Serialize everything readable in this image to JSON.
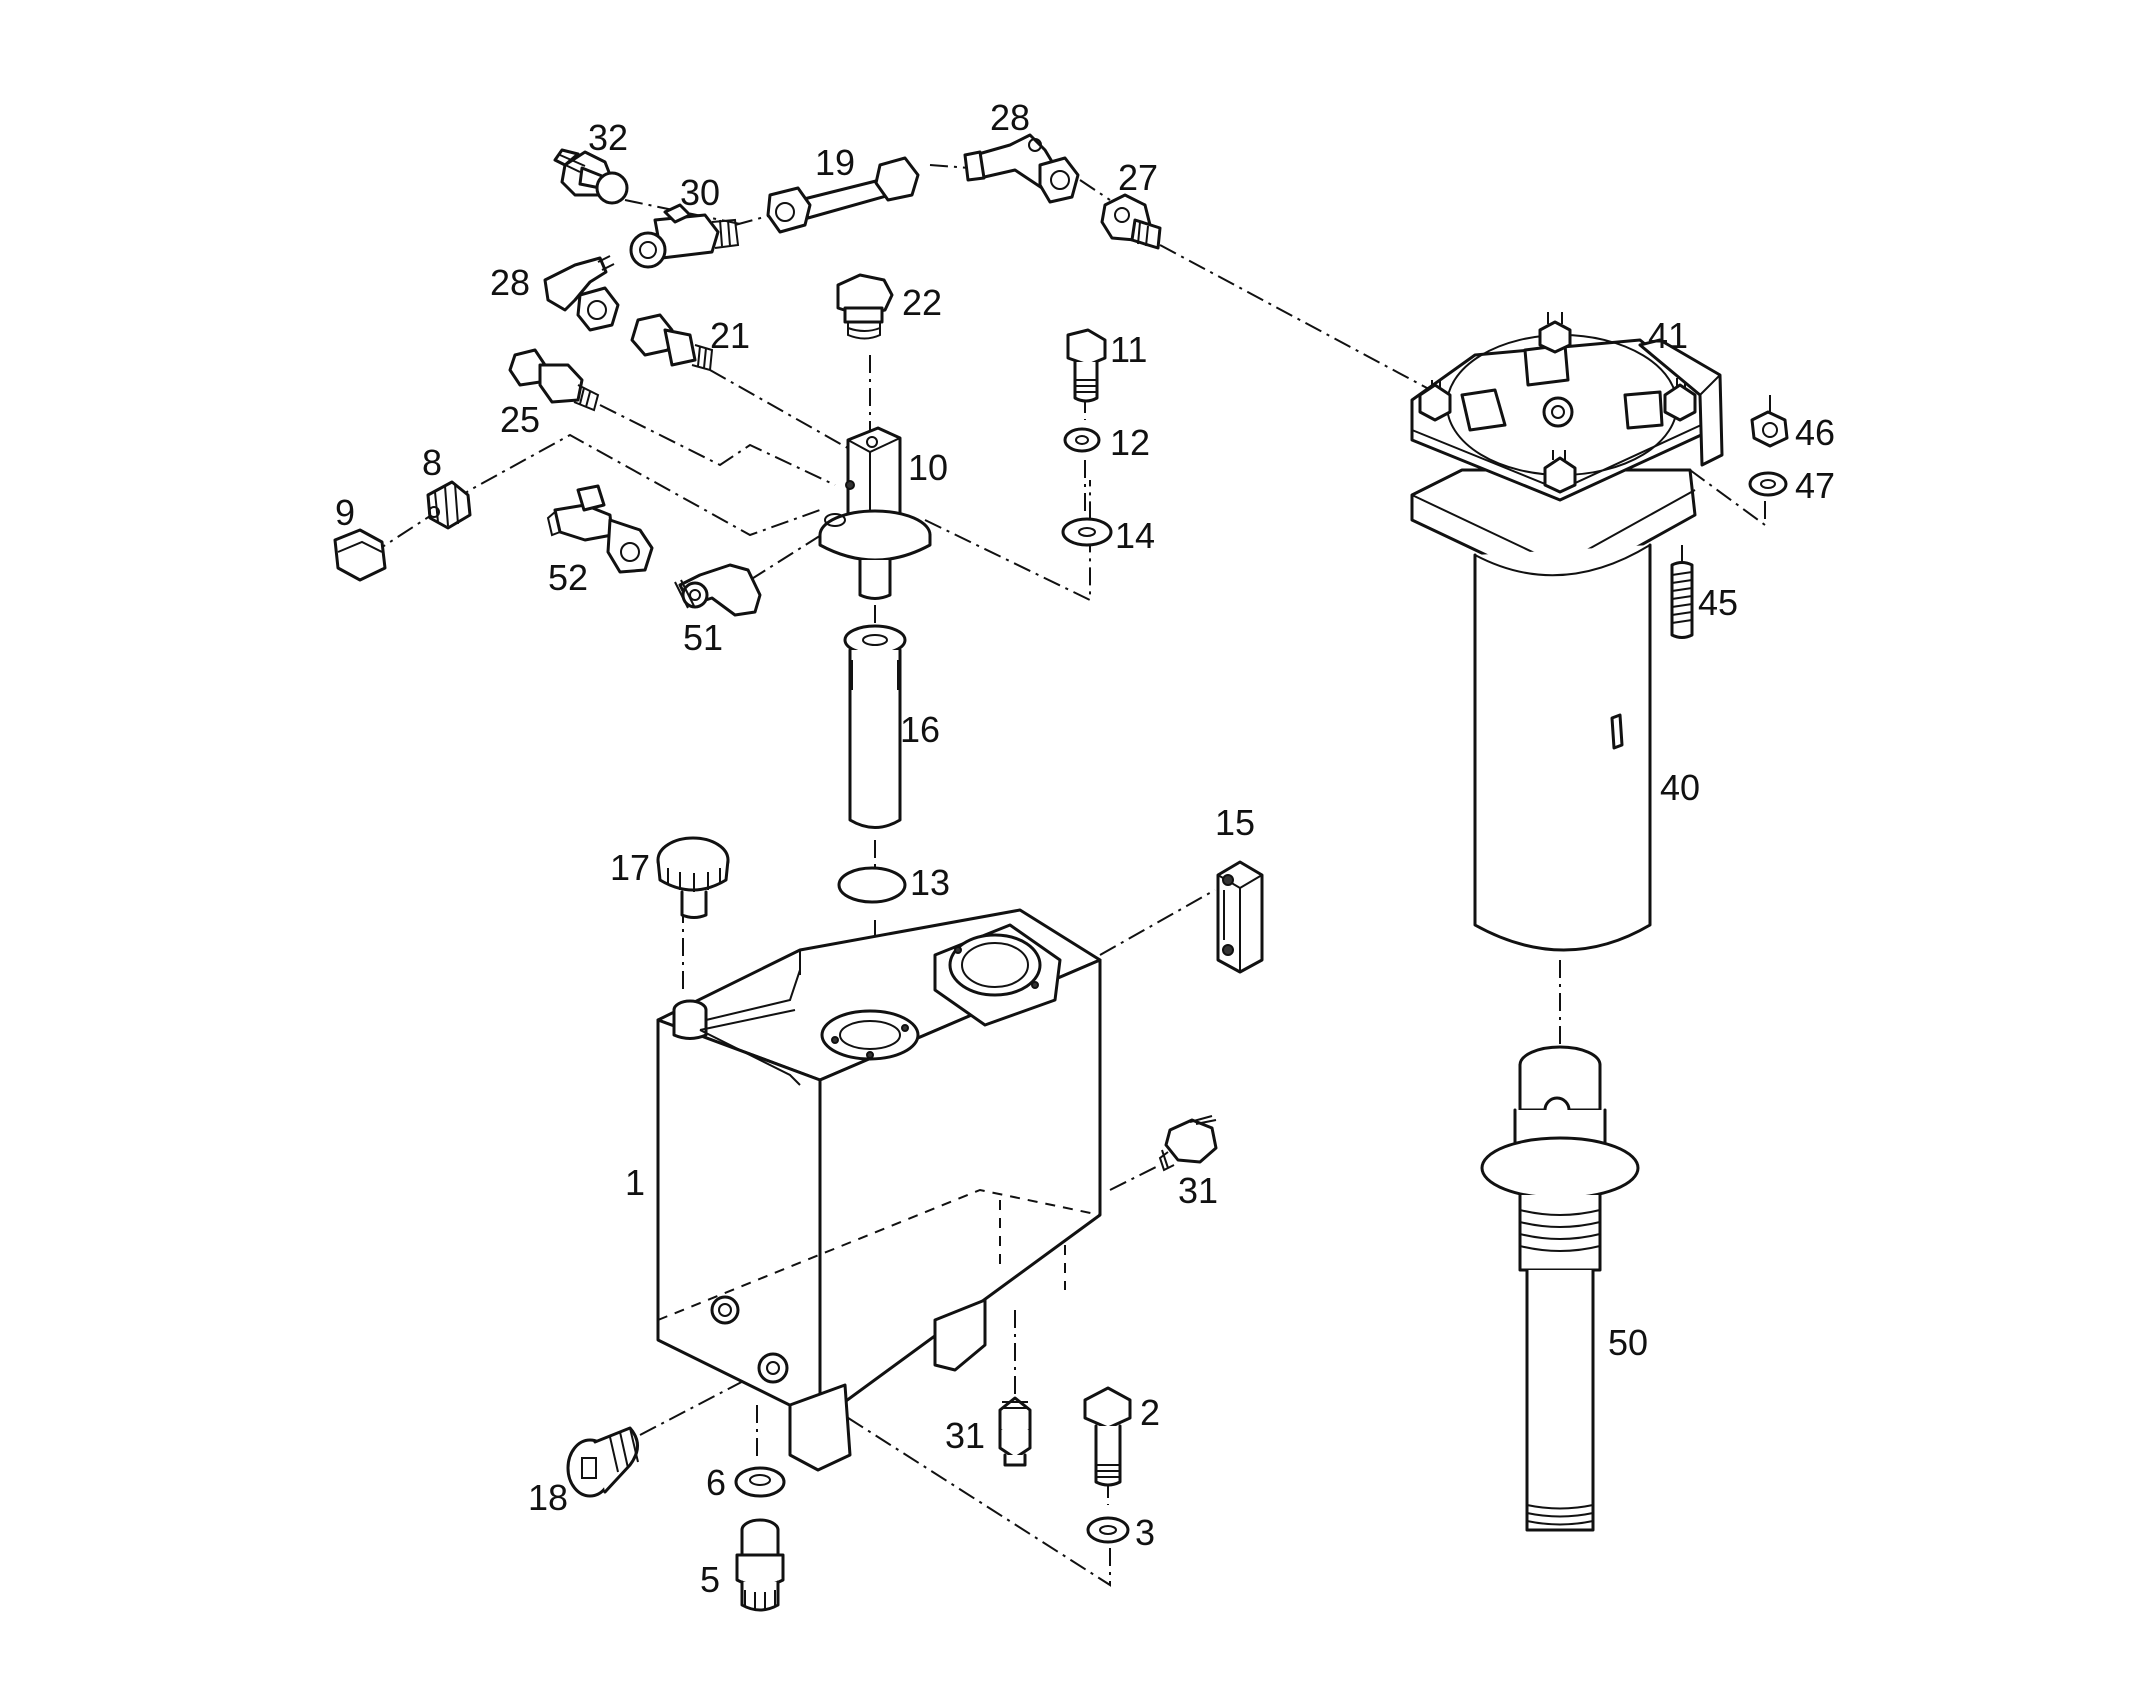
{
  "parts": [
    {
      "id": "p1",
      "number": "1"
    },
    {
      "id": "p2",
      "number": "2"
    },
    {
      "id": "p3",
      "number": "3"
    },
    {
      "id": "p5",
      "number": "5"
    },
    {
      "id": "p6",
      "number": "6"
    },
    {
      "id": "p8",
      "number": "8"
    },
    {
      "id": "p9",
      "number": "9"
    },
    {
      "id": "p10",
      "number": "10"
    },
    {
      "id": "p11",
      "number": "11"
    },
    {
      "id": "p12",
      "number": "12"
    },
    {
      "id": "p13",
      "number": "13"
    },
    {
      "id": "p14",
      "number": "14"
    },
    {
      "id": "p15",
      "number": "15"
    },
    {
      "id": "p16",
      "number": "16"
    },
    {
      "id": "p17",
      "number": "17"
    },
    {
      "id": "p18",
      "number": "18"
    },
    {
      "id": "p19",
      "number": "19"
    },
    {
      "id": "p21",
      "number": "21"
    },
    {
      "id": "p22",
      "number": "22"
    },
    {
      "id": "p25",
      "number": "25"
    },
    {
      "id": "p27",
      "number": "27"
    },
    {
      "id": "p28a",
      "number": "28"
    },
    {
      "id": "p28b",
      "number": "28"
    },
    {
      "id": "p30",
      "number": "30"
    },
    {
      "id": "p31a",
      "number": "31"
    },
    {
      "id": "p31b",
      "number": "31"
    },
    {
      "id": "p32",
      "number": "32"
    },
    {
      "id": "p40",
      "number": "40"
    },
    {
      "id": "p41",
      "number": "41"
    },
    {
      "id": "p45",
      "number": "45"
    },
    {
      "id": "p46",
      "number": "46"
    },
    {
      "id": "p47",
      "number": "47"
    },
    {
      "id": "p50",
      "number": "50"
    },
    {
      "id": "p51",
      "number": "51"
    },
    {
      "id": "p52",
      "number": "52"
    }
  ]
}
